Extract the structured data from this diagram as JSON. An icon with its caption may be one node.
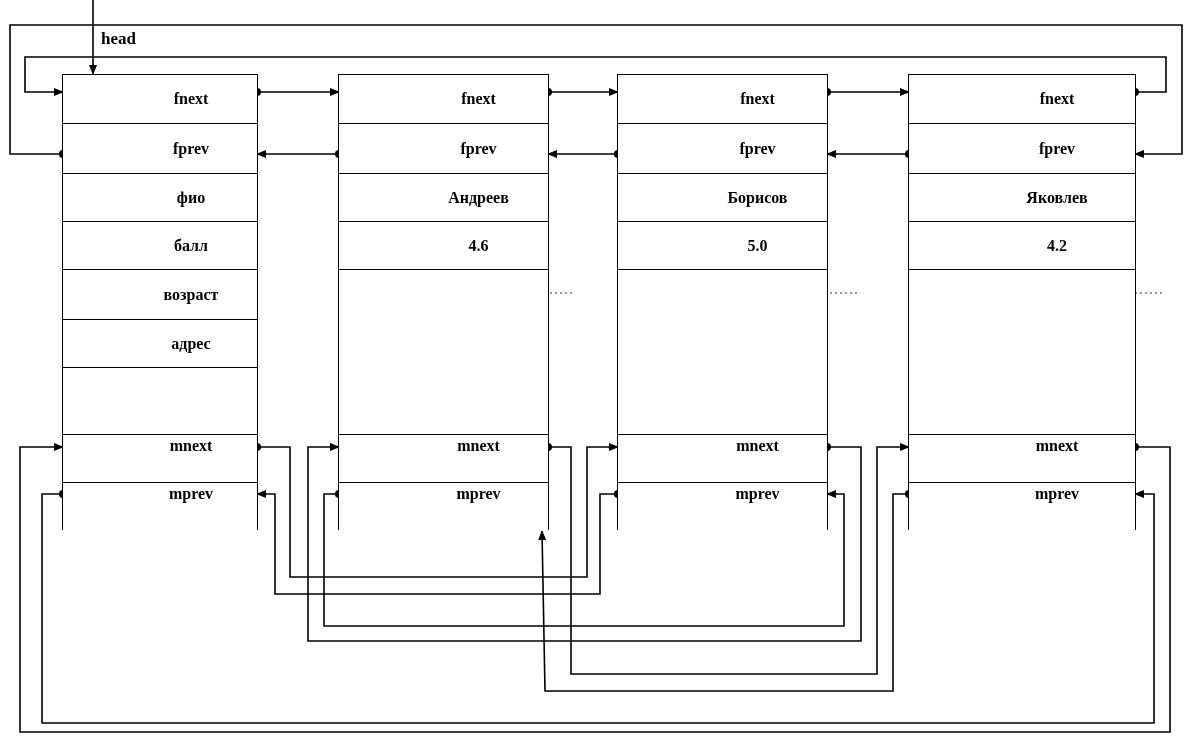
{
  "diagram": {
    "nodes": [
      {
        "text": [],
        "shape": "box"
      },
      {
        "text": [
          "fnext"
        ],
        "in": 0
      },
      {
        "text": [
          "fprev"
        ],
        "in": 0
      },
      {
        "text": [
          "фио"
        ],
        "in": 0
      },
      {
        "text": [
          "балл"
        ],
        "in": 0
      },
      {
        "text": [
          "возраст"
        ],
        "in": 0
      },
      {
        "text": [
          "адрес"
        ],
        "in": 0
      },
      {
        "text": [],
        "shape": "box",
        "in": 0
      },
      {
        "text": [
          "mnext"
        ],
        "in": 0
      },
      {
        "text": [
          "mprev"
        ],
        "in": 0
      },
      {
        "text": [],
        "shape": "box"
      },
      {
        "text": [
          "fnext"
        ],
        "in": 10
      },
      {
        "text": [
          "fprev"
        ],
        "in": 10
      },
      {
        "text": [
          "Андреев"
        ],
        "in": 10
      },
      {
        "text": [
          "4.6"
        ],
        "in": 10
      },
      {
        "text": [],
        "shape": "box",
        "in": 10
      },
      {
        "text": [
          "mnext"
        ],
        "in": 10
      },
      {
        "text": [
          "mprev"
        ],
        "in": 10
      },
      {
        "text": [],
        "shape": "box"
      },
      {
        "text": [
          "fnext"
        ],
        "in": 18
      },
      {
        "text": [
          "fprev"
        ],
        "in": 18
      },
      {
        "text": [
          "Борисов"
        ],
        "in": 18
      },
      {
        "text": [
          "5.0"
        ],
        "in": 18
      },
      {
        "text": [],
        "shape": "box",
        "in": 18
      },
      {
        "text": [
          "mnext"
        ],
        "in": 18
      },
      {
        "text": [
          "mprev"
        ],
        "in": 18
      },
      {
        "text": [],
        "shape": "box"
      },
      {
        "text": [
          "fnext"
        ],
        "in": 26
      },
      {
        "text": [
          "fprev"
        ],
        "in": 26
      },
      {
        "text": [
          "Яковлев"
        ],
        "in": 26
      },
      {
        "text": [
          "4.2"
        ],
        "in": 26
      },
      {
        "text": [],
        "shape": "box",
        "in": 26
      },
      {
        "text": [
          "mnext"
        ],
        "in": 26
      },
      {
        "text": [
          "mprev"
        ],
        "in": 26
      }
    ],
    "edges": [
      {
        "from": 1,
        "to": 11,
        "arrow": "to"
      },
      {
        "from": 11,
        "to": 19,
        "arrow": "to"
      },
      {
        "from": 19,
        "to": 27,
        "arrow": "to"
      },
      {
        "from": 27,
        "to": 1,
        "arrow": "to"
      },
      {
        "from": 12,
        "to": 2,
        "arrow": "to"
      },
      {
        "from": 20,
        "to": 12,
        "arrow": "to"
      },
      {
        "from": 28,
        "to": 20,
        "arrow": "to"
      },
      {
        "from": 2,
        "to": 28,
        "arrow": "to"
      },
      {
        "from": null,
        "to": 0,
        "arrow": "to",
        "label": "head"
      },
      {
        "from": 8,
        "to": 24,
        "arrow": "to"
      },
      {
        "from": 25,
        "to": 9,
        "arrow": "to"
      },
      {
        "from": 24,
        "to": 16,
        "arrow": "to"
      },
      {
        "from": 17,
        "to": 25,
        "arrow": "to"
      },
      {
        "from": 16,
        "to": 32,
        "arrow": "to"
      },
      {
        "from": 33,
        "to": 17,
        "arrow": "to"
      },
      {
        "from": 9,
        "to": 33,
        "arrow": "to"
      },
      {
        "from": 32,
        "to": 8,
        "arrow": "to"
      }
    ]
  }
}
